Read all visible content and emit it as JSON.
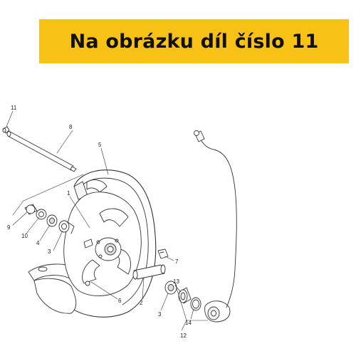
{
  "banner": {
    "text": "Na obrázku díl číslo 11"
  },
  "callouts": {
    "c11": "11",
    "c8": "8",
    "c5": "5",
    "c1": "1",
    "c9": "9",
    "c10": "10",
    "c4a": "4",
    "c3a": "3",
    "c7": "7",
    "c2": "2",
    "c6": "6",
    "c3b": "3",
    "c13": "13",
    "c14": "14",
    "c12": "12"
  },
  "colors": {
    "banner": "#f7c215",
    "line": "#333333"
  }
}
